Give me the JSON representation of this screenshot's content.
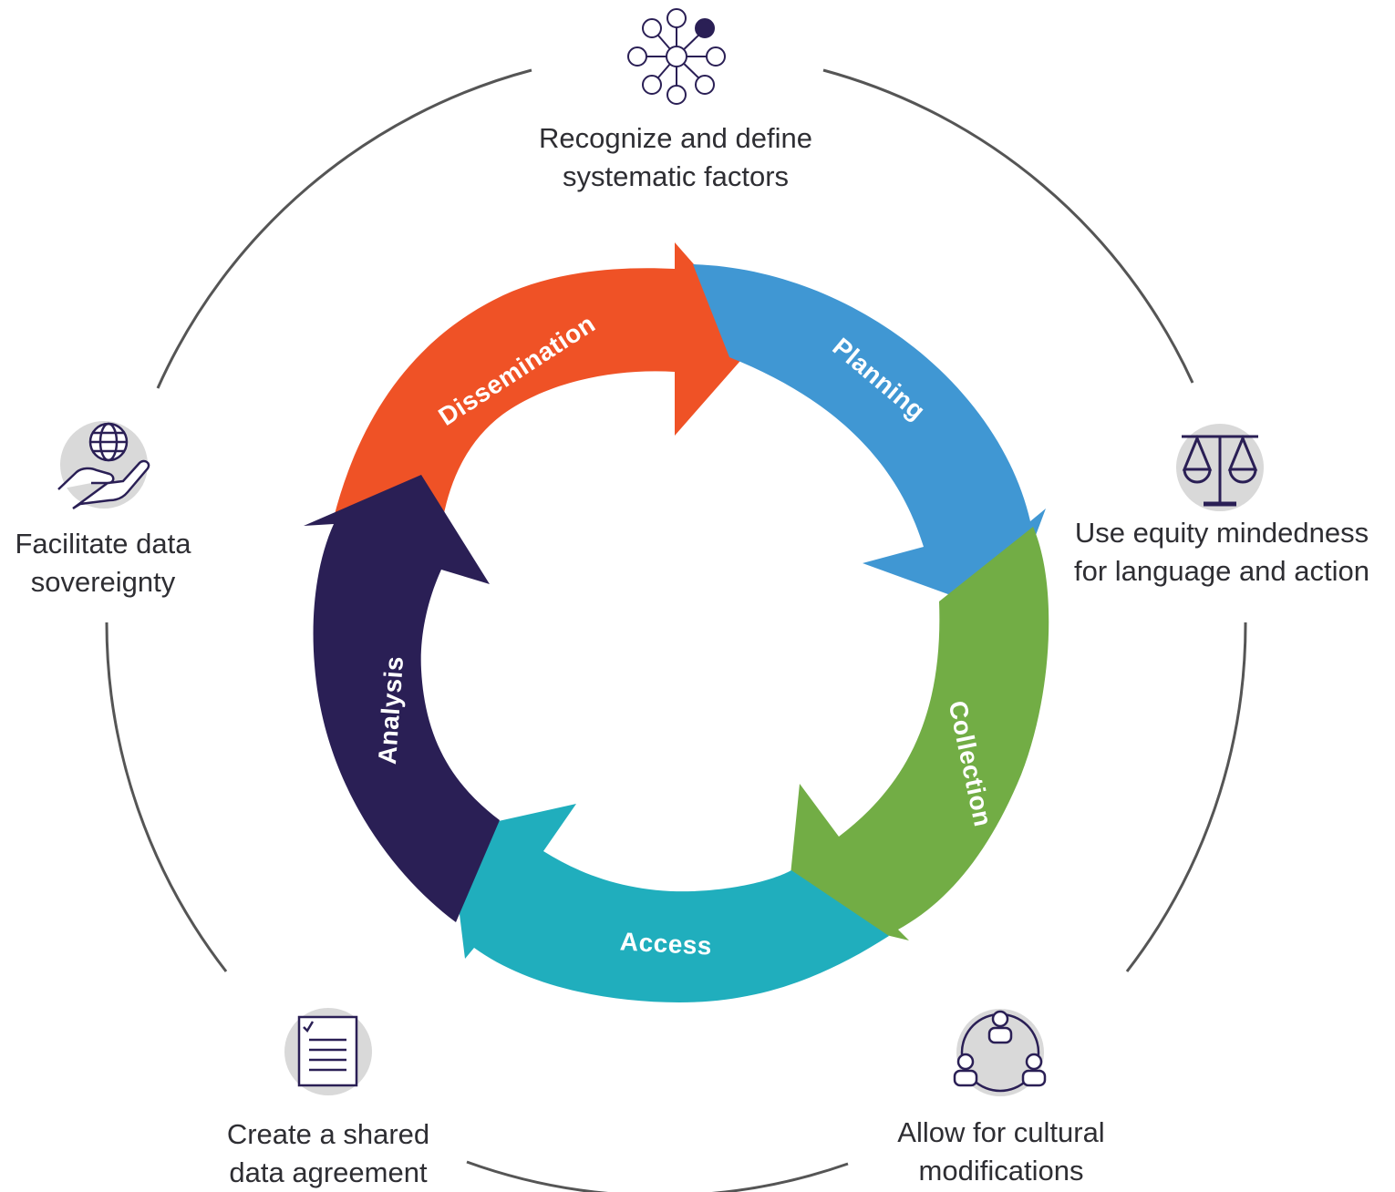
{
  "cycle": {
    "segments": [
      {
        "label": "Dissemination",
        "color": "#ef5226"
      },
      {
        "label": "Planning",
        "color": "#4097d3"
      },
      {
        "label": "Collection",
        "color": "#72ad45"
      },
      {
        "label": "Access",
        "color": "#20aebd"
      },
      {
        "label": "Analysis",
        "color": "#2a1f55"
      }
    ]
  },
  "outer_ring_color": "#555555",
  "items": {
    "top": {
      "line1": "Recognize and define",
      "line2": "systematic factors",
      "icon": "network-nodes-icon"
    },
    "right": {
      "line1": "Use equity mindedness",
      "line2": "for language and action",
      "icon": "balance-scale-icon"
    },
    "bottom_right": {
      "line1": "Allow for cultural",
      "line2": "modifications",
      "icon": "people-circle-icon"
    },
    "bottom_left": {
      "line1": "Create a shared",
      "line2": "data agreement",
      "icon": "checklist-document-icon"
    },
    "left": {
      "line1": "Facilitate data",
      "line2": "sovereignty",
      "icon": "hand-globe-icon"
    }
  }
}
